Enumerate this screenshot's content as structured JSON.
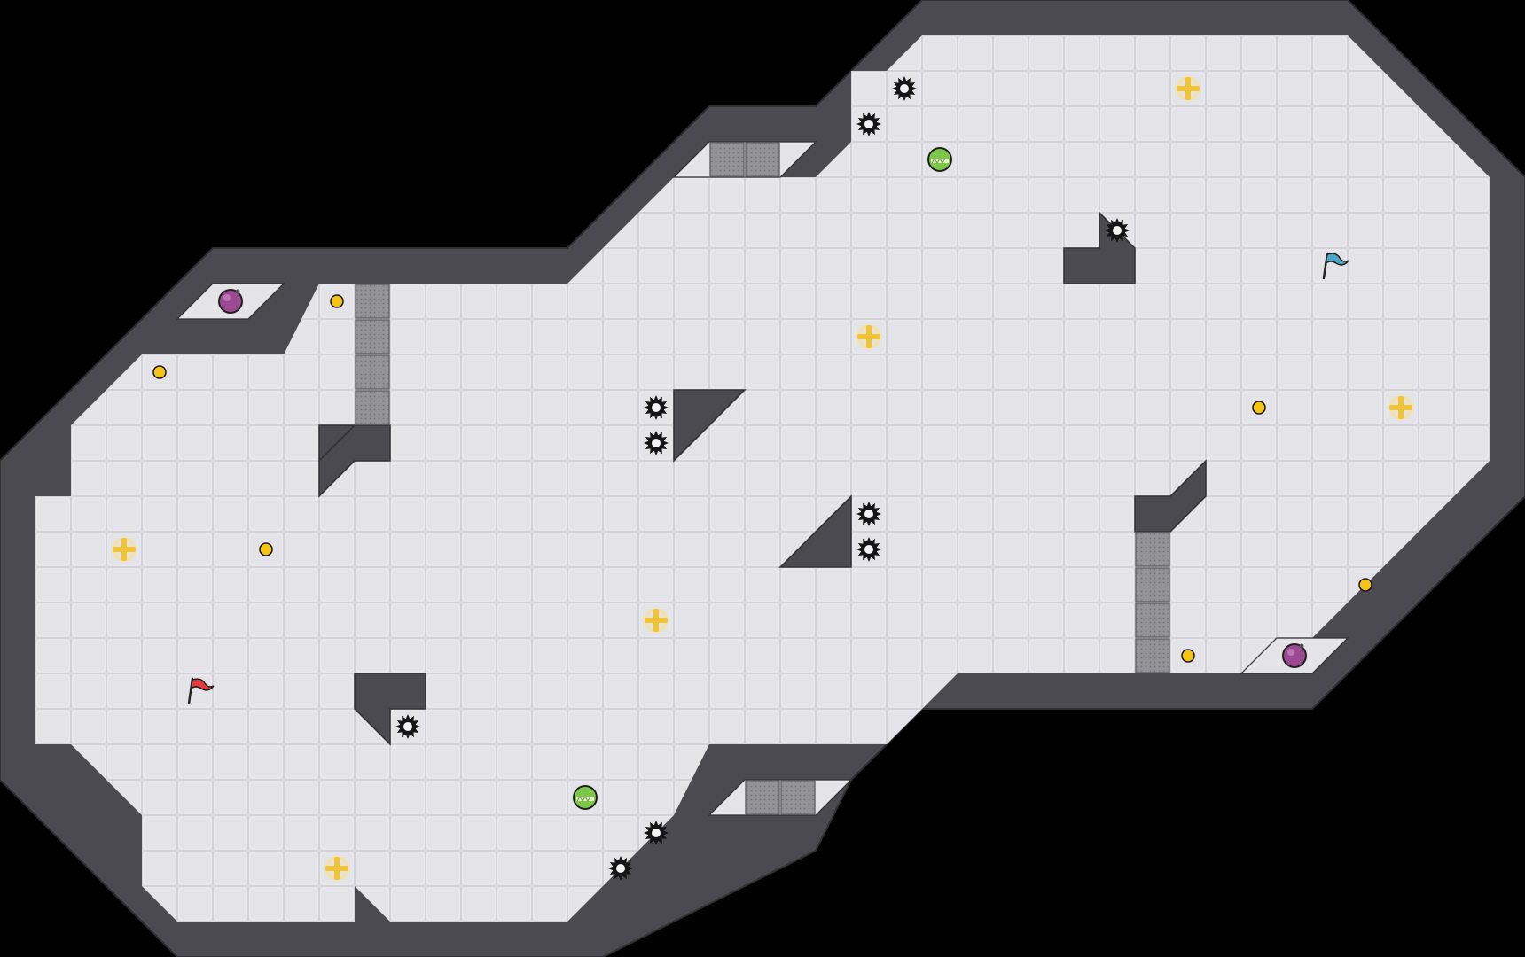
{
  "level": {
    "grid_cols": 43,
    "grid_rows": 27,
    "colors": {
      "background": "#000000",
      "floor": "#e4e4e8",
      "floor_grid": "#cfcfd5",
      "wall": "#4a4a50",
      "wall_edge": "#2f2f34",
      "crate": "#8d8d92",
      "coin": "#f6c21b",
      "plus": "#f3c42f",
      "orb_purple": "#9b4a92",
      "orb_green": "#7cc64a",
      "flag_start": "#e23b3b",
      "flag_goal": "#4aa7c8",
      "spike": "#151515"
    },
    "icons": {
      "coin": "gold-coin-icon",
      "plus": "plus-cross-icon",
      "orb_purple": "purple-orb-icon",
      "orb_green": "green-striped-orb-icon",
      "spike": "spike-ball-icon",
      "flag_start": "red-flag-icon",
      "flag_goal": "blue-flag-icon",
      "crate": "metal-crate-icon"
    },
    "entities": {
      "coins": [
        [
          9.5,
          8.5
        ],
        [
          4.5,
          10.5
        ],
        [
          7.5,
          15.5
        ],
        [
          35.5,
          11.5
        ],
        [
          38.5,
          16.5
        ],
        [
          33.5,
          18.5
        ]
      ],
      "pluses": [
        [
          33.5,
          2.5
        ],
        [
          24.5,
          9.5
        ],
        [
          39.5,
          11.5
        ],
        [
          3.5,
          15.5
        ],
        [
          18.5,
          17.5
        ],
        [
          9.5,
          24.5
        ]
      ],
      "orbs_purple": [
        [
          6.5,
          8.5
        ],
        [
          36.5,
          18.5
        ]
      ],
      "orbs_green": [
        [
          26.5,
          4.5
        ],
        [
          16.5,
          22.5
        ]
      ],
      "spikes": [
        [
          25.5,
          2.5
        ],
        [
          24.5,
          3.5
        ],
        [
          31.5,
          6.5
        ],
        [
          18.5,
          11.5
        ],
        [
          18.5,
          12.5
        ],
        [
          24.5,
          14.5
        ],
        [
          24.5,
          15.5
        ],
        [
          11.5,
          20.5
        ],
        [
          18.5,
          23.5
        ],
        [
          17.5,
          24.5
        ]
      ],
      "flag_start": [
        5.4,
        19.5
      ],
      "flag_goal": [
        37.4,
        7.5
      ],
      "crates": [
        [
          10,
          8
        ],
        [
          10,
          9
        ],
        [
          10,
          10
        ],
        [
          10,
          11
        ],
        [
          20,
          4
        ],
        [
          21,
          4
        ],
        [
          32,
          15
        ],
        [
          32,
          16
        ],
        [
          32,
          17
        ],
        [
          32,
          18
        ],
        [
          21,
          22
        ],
        [
          22,
          22
        ]
      ]
    }
  }
}
